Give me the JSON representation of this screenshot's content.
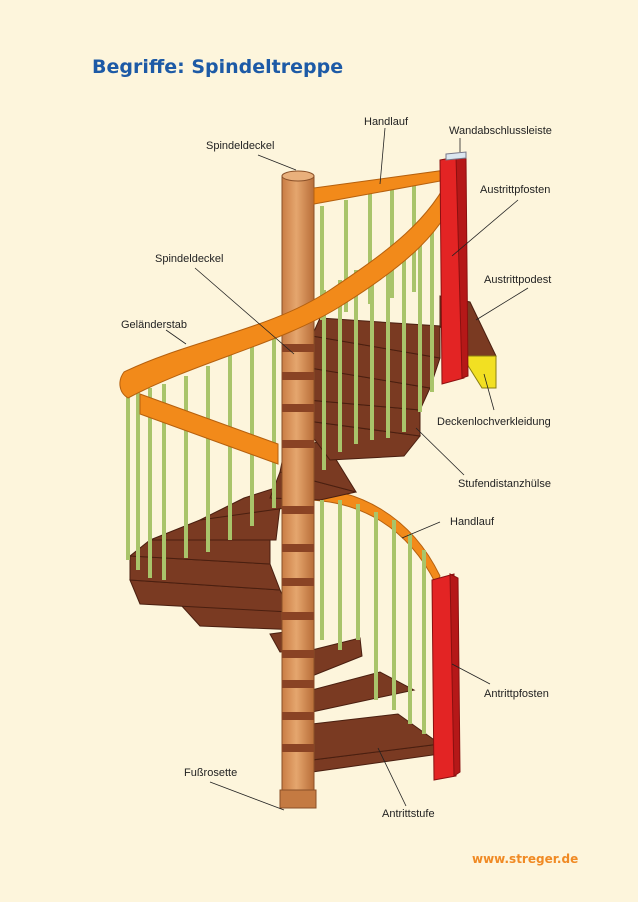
{
  "title": "Begriffe: Spindeltreppe",
  "labels": {
    "handlauf_top": "Handlauf",
    "wandabschlussleiste": "Wandabschlussleiste",
    "spindeldeckel_top": "Spindeldeckel",
    "austrittpfosten": "Austrittpfosten",
    "spindeldeckel_mid": "Spindeldeckel",
    "austrittpodest": "Austrittpodest",
    "gelaenderstab": "Geländerstab",
    "deckenlochverkleidung": "Deckenlochverkleidung",
    "stufendistanzhuelse": "Stufendistanzhülse",
    "handlauf_bottom": "Handlauf",
    "antrittpfosten": "Antrittpfosten",
    "fussrosette": "Fußrosette",
    "antrittstufe": "Antrittstufe"
  },
  "footer": "www.streger.de",
  "colors": {
    "background": "#fdf5dc",
    "title": "#1d5aa6",
    "handrail": "#f28a1a",
    "post": "#e32424",
    "spindle": "#d9955c",
    "step": "#7a3a22",
    "baluster": "#cde49a",
    "trim": "#f2e022",
    "footer": "#f08a24"
  }
}
